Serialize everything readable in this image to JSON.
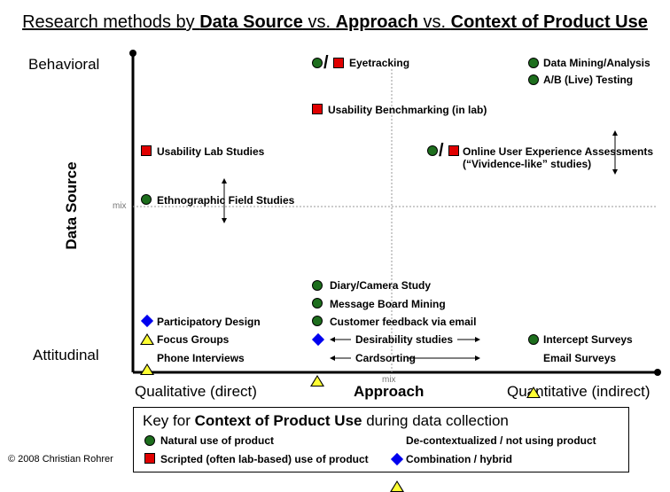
{
  "title": {
    "pre": "Research methods by ",
    "data_source": "Data Source",
    "vs1": " vs. ",
    "approach": "Approach",
    "vs2": " vs. ",
    "context": "Context of Product Use"
  },
  "axes": {
    "y_label": "Data Source",
    "y_top": "Behavioral",
    "y_bottom": "Attitudinal",
    "x_left": "Qualitative (direct)",
    "x_center": "Approach",
    "x_right": "Quantitative (indirect)",
    "mix_y": "mix",
    "mix_x": "mix"
  },
  "methods": {
    "eyetracking": "Eyetracking",
    "data_mining": "Data Mining/Analysis",
    "ab_testing": "A/B (Live) Testing",
    "usability_benchmarking": "Usability Benchmarking (in lab)",
    "usability_lab": "Usability Lab Studies",
    "online_ux_line1": "Online User Experience Assessments",
    "online_ux_line2": "(“Vividence-like” studies)",
    "ethnographic": "Ethnographic Field Studies",
    "diary": "Diary/Camera Study",
    "message_board": "Message Board Mining",
    "customer_feedback": "Customer feedback via email",
    "participatory": "Participatory Design",
    "focus_groups": "Focus Groups",
    "phone_interviews": "Phone Interviews",
    "desirability": "Desirability studies",
    "cardsorting": "Cardsorting",
    "intercept": "Intercept Surveys",
    "email_surveys": "Email Surveys",
    "slash": "/"
  },
  "key": {
    "title_pre": "Key for ",
    "title_bold": "Context of Product Use",
    "title_post": " during data collection",
    "natural": "Natural use of product",
    "scripted": "Scripted (often lab-based) use of product",
    "decontextualized": "De-contextualized / not using product",
    "combination": "Combination / hybrid"
  },
  "copyright": "© 2008 Christian Rohrer",
  "colors": {
    "natural": "#1d6e1d",
    "scripted": "#e00000",
    "decontextualized": "#ffff33",
    "combination": "#0000ee"
  }
}
